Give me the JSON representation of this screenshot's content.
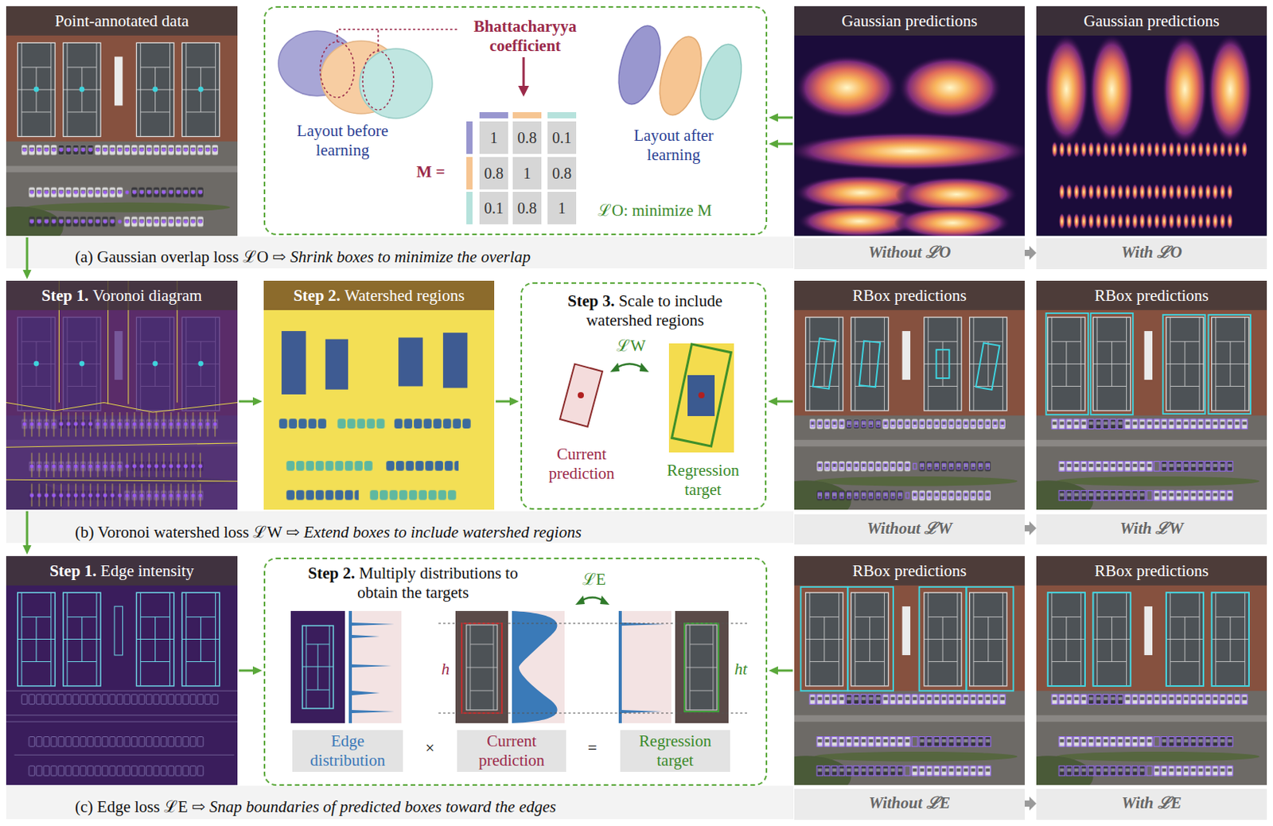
{
  "diagram": {
    "nodes": [
      {
        "text": [
          "Point-annotated data"
        ]
      },
      {
        "text": [
          "Layout before learning",
          "Bhattacharyya coefficient",
          "M =",
          "Layout after learning",
          "ℒO: minimize M"
        ]
      },
      {
        "text": [
          "Gaussian predictions"
        ]
      },
      {
        "text": [
          "Gaussian predictions"
        ]
      },
      {
        "text": [
          "Without ℒO"
        ]
      },
      {
        "text": [
          "With ℒO"
        ]
      },
      {
        "text": [
          "Step 1.",
          "Voronoi diagram"
        ]
      },
      {
        "text": [
          "Step 2.",
          "Watershed regions"
        ]
      },
      {
        "text": [
          "Step 3.",
          "Scale to include watershed regions",
          "ℒW",
          "Current prediction",
          "Regression target"
        ]
      },
      {
        "text": [
          "RBox predictions"
        ]
      },
      {
        "text": [
          "RBox predictions"
        ]
      },
      {
        "text": [
          "Without ℒW"
        ]
      },
      {
        "text": [
          "With ℒW"
        ]
      },
      {
        "text": [
          "Step 1.",
          "Edge intensity"
        ]
      },
      {
        "text": [
          "Step 2.",
          "Multiply distributions to obtain the targets",
          "ℒE",
          "h",
          "ht",
          "×",
          "="
        ]
      },
      {
        "text": [
          "Edge distribution"
        ],
        "in": 14
      },
      {
        "text": [
          "Current prediction"
        ],
        "in": 14
      },
      {
        "text": [
          "Regression target"
        ],
        "in": 14
      },
      {
        "text": [
          "RBox predictions"
        ]
      },
      {
        "text": [
          "RBox predictions"
        ]
      },
      {
        "text": [
          "Without ℒE"
        ]
      },
      {
        "text": [
          "With ℒE"
        ]
      }
    ],
    "edges": [
      {
        "from": 0,
        "to": 6,
        "arrow": "to"
      },
      {
        "from": 6,
        "to": 13,
        "arrow": "to"
      },
      {
        "from": 2,
        "to": 1,
        "arrow": "to"
      },
      {
        "from": 2,
        "to": 1,
        "arrow": "to"
      },
      {
        "from": 6,
        "to": 7,
        "arrow": "to"
      },
      {
        "from": 7,
        "to": 8,
        "arrow": "to"
      },
      {
        "from": 9,
        "to": 8,
        "arrow": "to"
      },
      {
        "from": 13,
        "to": 14,
        "arrow": "to"
      },
      {
        "from": 18,
        "to": 14,
        "arrow": "to"
      },
      {
        "from": 4,
        "to": 5,
        "arrow": "to"
      },
      {
        "from": 11,
        "to": 12,
        "arrow": "to"
      },
      {
        "from": 20,
        "to": 21,
        "arrow": "to"
      }
    ],
    "labels": [
      "1",
      "0.8",
      "0.1",
      "0.8",
      "1",
      "0.8",
      "0.1",
      "0.8",
      "1",
      "(a) Gaussian overlap loss ℒO ⇨",
      "Shrink boxes to minimize the overlap",
      "(b) Voronoi watershed loss ℒW ⇨",
      "Extend boxes to include watershed regions",
      "(c) Edge loss ℒE ⇨",
      "Snap boundaries of predicted boxes toward the edges"
    ]
  }
}
